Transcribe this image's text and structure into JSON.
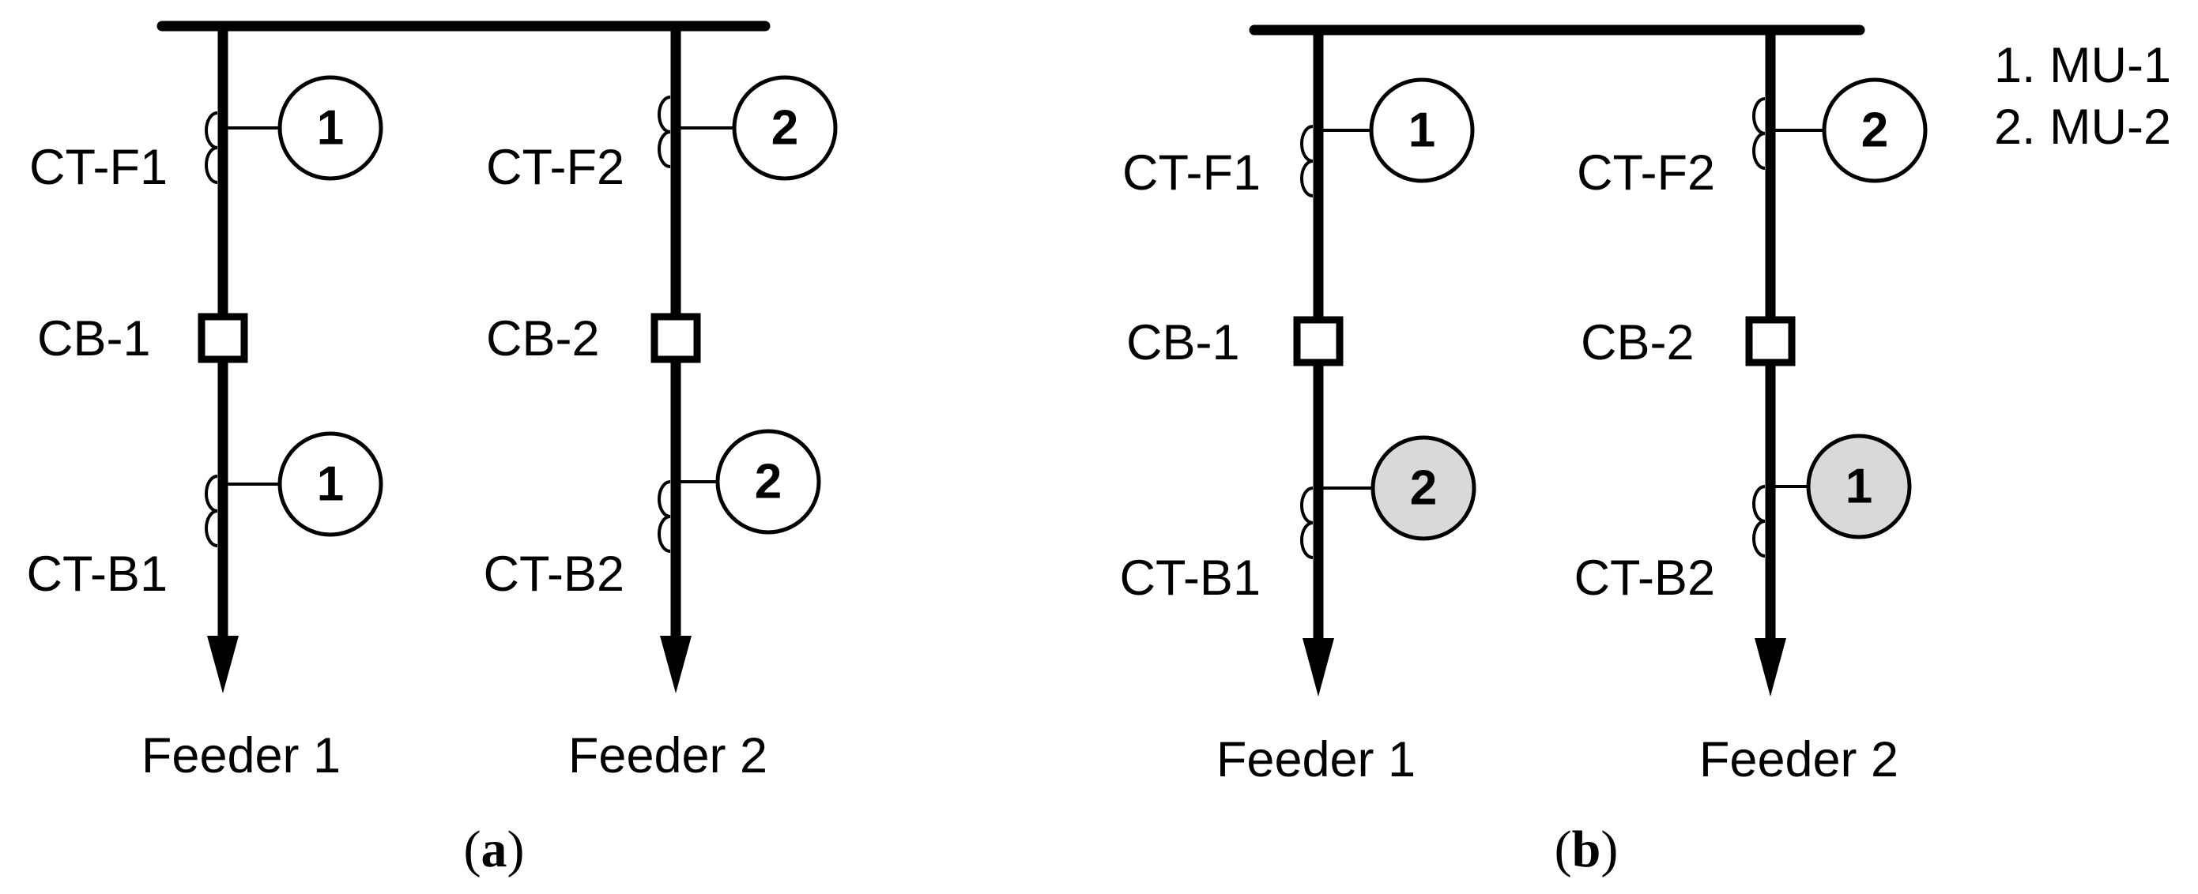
{
  "panels": [
    {
      "caption": "a",
      "feeders": [
        {
          "label": "Feeder 1",
          "ct_top": "CT-F1",
          "cb": "CB-1",
          "ct_bottom": "CT-B1",
          "mu_top": "1",
          "mu_bottom": "1",
          "mu_bottom_shaded": false
        },
        {
          "label": "Feeder 2",
          "ct_top": "CT-F2",
          "cb": "CB-2",
          "ct_bottom": "CT-B2",
          "mu_top": "2",
          "mu_bottom": "2",
          "mu_bottom_shaded": false
        }
      ]
    },
    {
      "caption": "b",
      "feeders": [
        {
          "label": "Feeder 1",
          "ct_top": "CT-F1",
          "cb": "CB-1",
          "ct_bottom": "CT-B1",
          "mu_top": "1",
          "mu_bottom": "2",
          "mu_bottom_shaded": true
        },
        {
          "label": "Feeder 2",
          "ct_top": "CT-F2",
          "cb": "CB-2",
          "ct_bottom": "CT-B2",
          "mu_top": "2",
          "mu_bottom": "1",
          "mu_bottom_shaded": true
        }
      ]
    }
  ],
  "legend": [
    "1. MU-1",
    "2. MU-2"
  ],
  "colors": {
    "line": "#000000",
    "mu_fill": "#ffffff",
    "mu_shaded_fill": "#d9d9d9"
  }
}
